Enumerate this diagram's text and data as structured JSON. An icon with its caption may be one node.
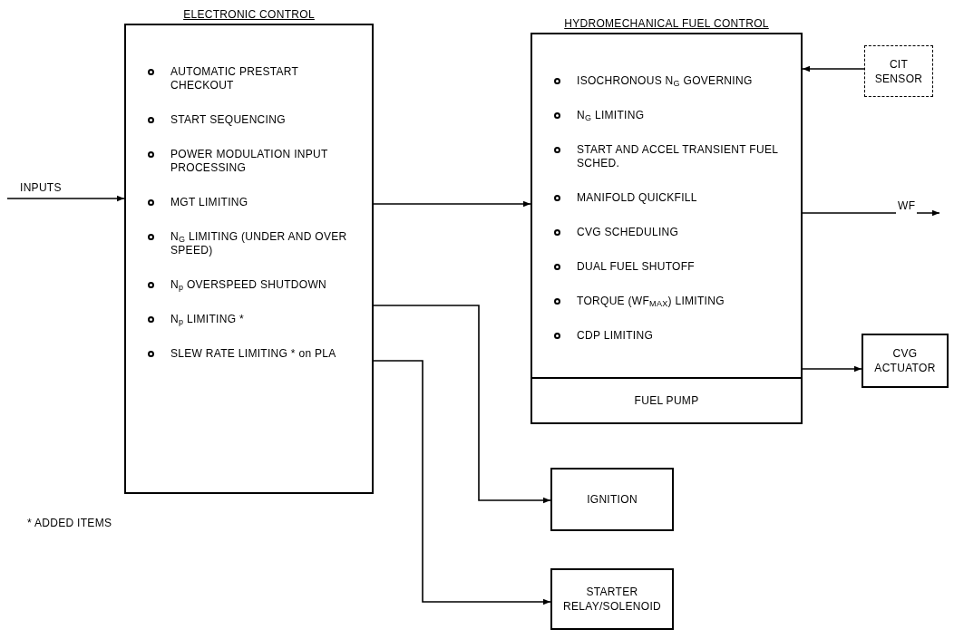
{
  "diagram": {
    "nodes": [
      {
        "text": [
          "ELECTRONIC CONTROL",
          "AUTOMATIC PRESTART CHECKOUT",
          "START SEQUENCING",
          "POWER MODULATION INPUT PROCESSING",
          "MGT LIMITING",
          "N$_{G}$ LIMITING (UNDER AND OVER SPEED)",
          "N$_{p}$ OVERSPEED SHUTDOWN",
          "N$_{p}$ LIMITING *",
          "SLEW RATE LIMITING * on PLA"
        ]
      },
      {
        "text": [
          "HYDROMECHANICAL FUEL CONTROL",
          "ISOCHRONOUS N$_{G}$ GOVERNING",
          "N$_{G}$ LIMITING",
          "START AND ACCEL TRANSIENT FUEL SCHED.",
          "MANIFOLD QUICKFILL",
          "CVG SCHEDULING",
          "DUAL FUEL SHUTOFF",
          "TORQUE (WF$_{MAX}$) LIMITING",
          "CDP LIMITING"
        ]
      },
      {
        "text": [
          "FUEL PUMP"
        ],
        "in": 1
      },
      {
        "text": [
          "CIT SENSOR"
        ]
      },
      {
        "text": [
          "CVG ACTUATOR"
        ]
      },
      {
        "text": [
          "IGNITION"
        ]
      },
      {
        "text": [
          "STARTER RELAY/SOLENOID"
        ]
      }
    ],
    "edges": [
      {
        "from": null,
        "to": 0,
        "arrow": "to",
        "label": "INPUTS"
      },
      {
        "from": 0,
        "to": 1,
        "arrow": "to"
      },
      {
        "from": 3,
        "to": 1,
        "arrow": "to"
      },
      {
        "from": 1,
        "to": null,
        "arrow": "to",
        "label": "WF"
      },
      {
        "from": 1,
        "to": 4,
        "arrow": "to"
      },
      {
        "from": 0,
        "to": 5,
        "arrow": "to"
      },
      {
        "from": 0,
        "to": 6,
        "arrow": "to"
      }
    ],
    "labels": [
      "* ADDED ITEMS"
    ]
  }
}
